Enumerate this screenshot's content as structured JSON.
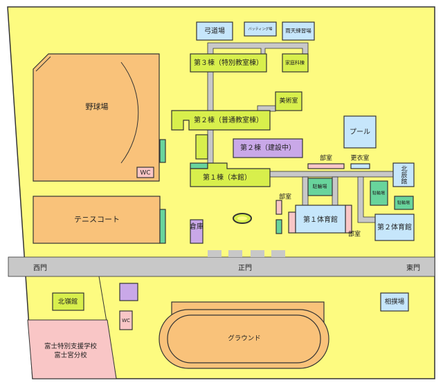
{
  "colors": {
    "ground": "#fdfb80",
    "sport": "#f9c27a",
    "building": "#d8ef4c",
    "facility": "#c6e6fb",
    "construction": "#c9a8e8",
    "parking": "#68d49c",
    "club": "#f9c6c6",
    "road": "#c8c8c8"
  },
  "labels": {
    "kyudojo": "弓道場",
    "batting": "バッティング場",
    "indoor_practice": "雨天練習場",
    "bldg3": "第３棟（特別教室棟）",
    "home_ec": "家庭科棟",
    "art_room": "美術室",
    "bldg2": "第２棟（普通教室棟）",
    "bldg2_construction": "第２棟（建設中）",
    "bldg1": "第１棟（本館）",
    "baseball": "野球場",
    "wc1": "WC",
    "tennis": "テニスコート",
    "warehouse": "倉庫",
    "pool": "プール",
    "club_room1": "部室",
    "changing_room": "更衣室",
    "hokushinkan": "北辰館",
    "bike1": "駐輪場",
    "bike2": "駐輪場",
    "bike3": "駐輪場",
    "club_room2": "部室",
    "club_room3": "部室",
    "gym1": "第１体育館",
    "gym2": "第２体育館",
    "west_gate": "西門",
    "main_gate": "正門",
    "east_gate": "東門",
    "hokureikan": "北嶺館",
    "wc2": "WC",
    "special_school_1": "富士特別支援学校",
    "special_school_2": "富士宮分校",
    "ground": "グラウンド",
    "sumo": "相撲場"
  }
}
